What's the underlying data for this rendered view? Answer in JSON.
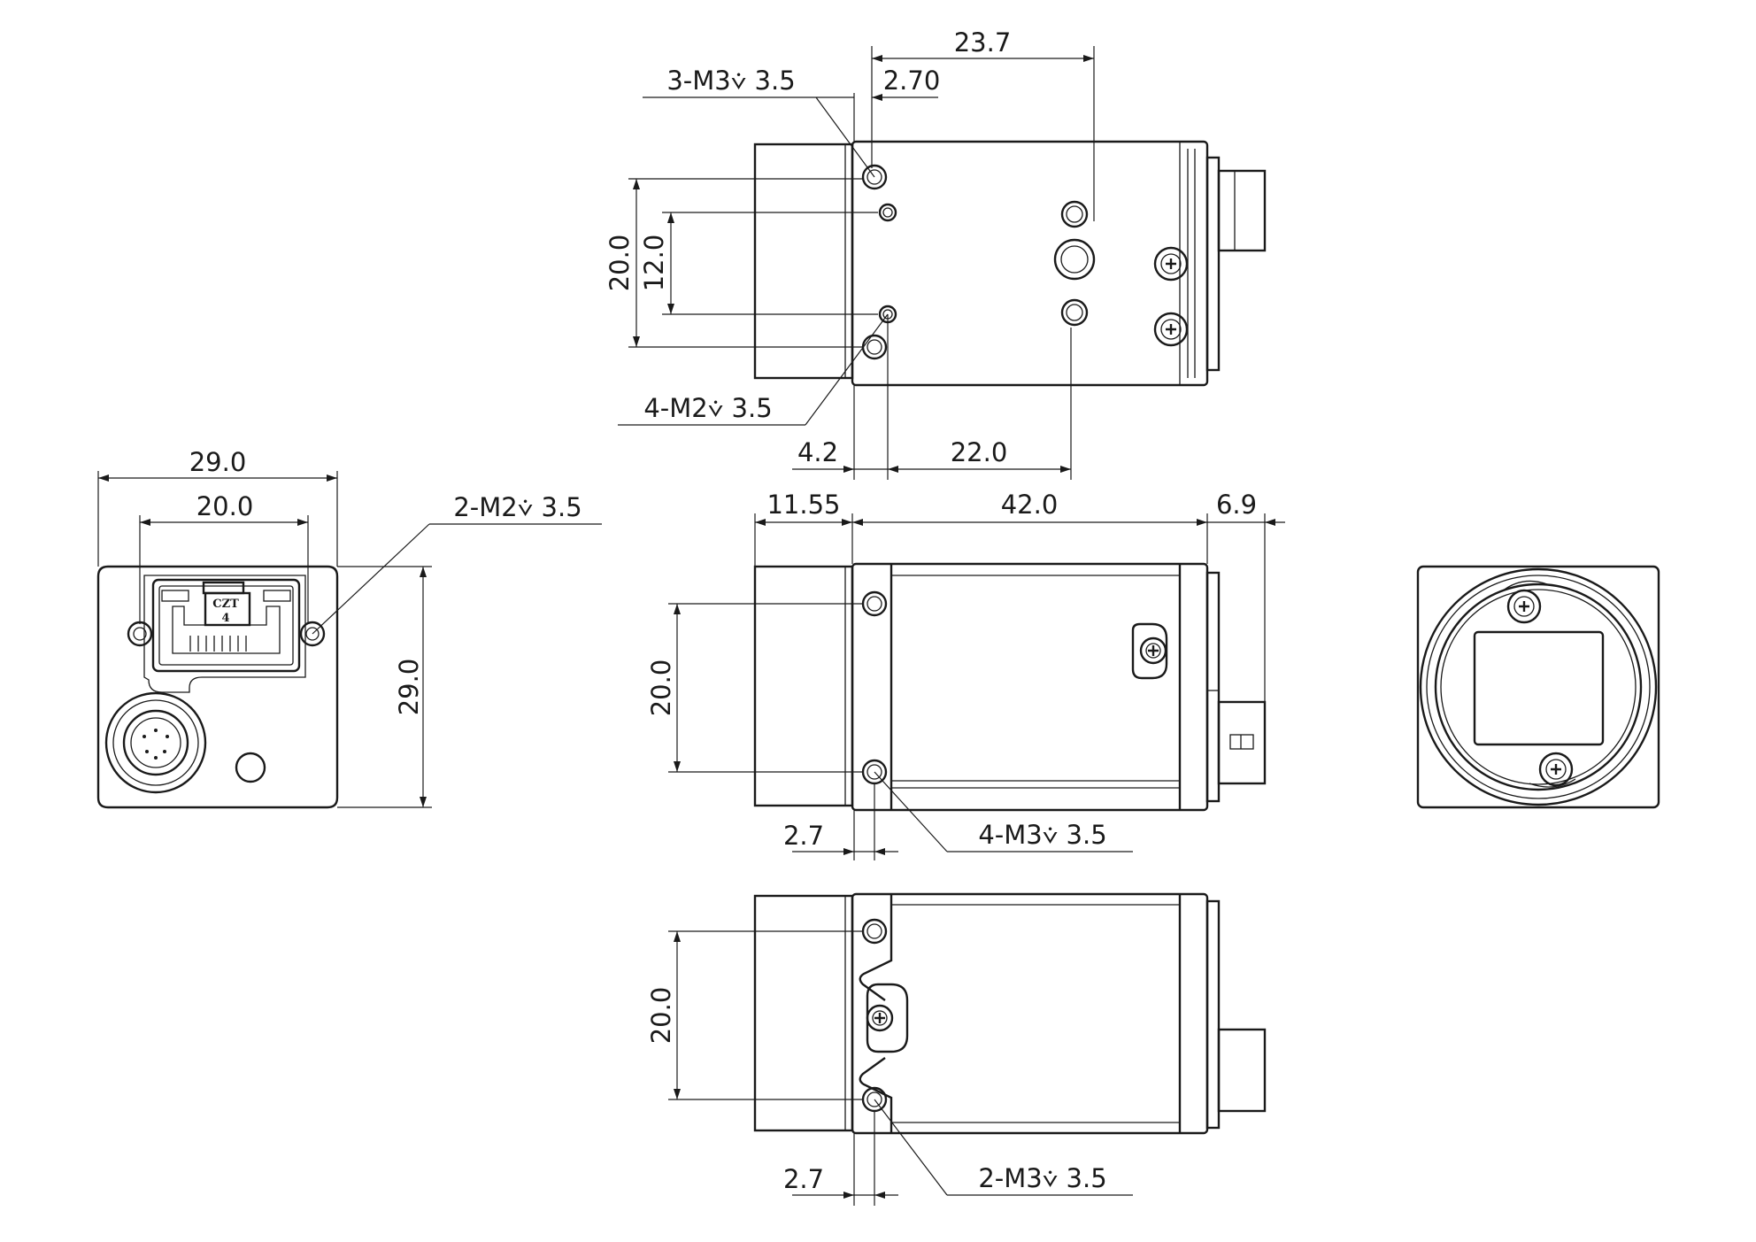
{
  "top_view": {
    "dim_23_7": "23.7",
    "dim_2_70": "2.70",
    "callout_3m3": "3-M3⩒ 3.5",
    "dim_20_0": "20.0",
    "dim_12_0": "12.0",
    "callout_4m2": "4-M2⩒ 3.5",
    "dim_4_2": "4.2",
    "dim_22_0": "22.0"
  },
  "rear_view": {
    "dim_29_0_width": "29.0",
    "dim_20_0": "20.0",
    "callout_2m2": "2-M2⩒ 3.5",
    "dim_29_0_height": "29.0",
    "connector_label_line1": "CZT",
    "connector_label_line2": "4"
  },
  "side_view": {
    "dim_11_55": "11.55",
    "dim_42_0": "42.0",
    "dim_6_9": "6.9",
    "dim_20_0": "20.0",
    "dim_2_7": "2.7",
    "callout_4m3": "4-M3⩒ 3.5"
  },
  "bottom_view": {
    "dim_20_0": "20.0",
    "dim_2_7": "2.7",
    "callout_2m3": "2-M3⩒ 3.5"
  },
  "colors": {
    "line": "#1a1a1a",
    "background": "#ffffff"
  }
}
